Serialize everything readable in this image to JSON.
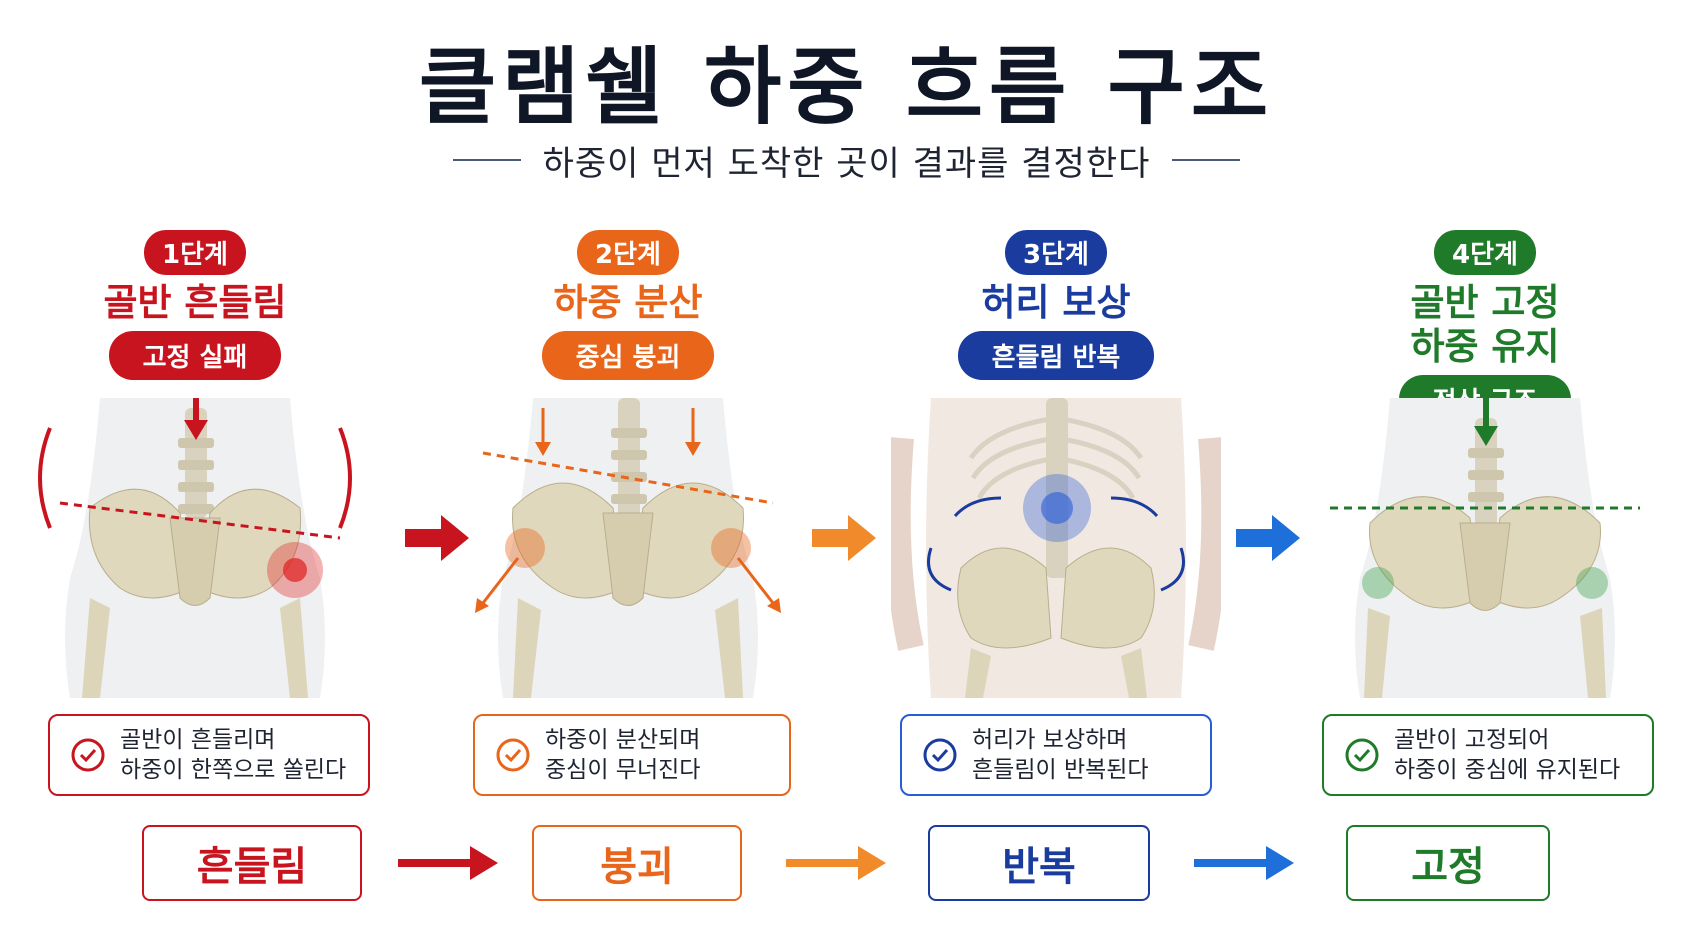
{
  "title": "클램쉘 하중 흐름 구조",
  "subtitle": "하중이 먼저 도착한 곳이 결과를 결정한다",
  "colors": {
    "red": "#c8141e",
    "orange": "#e8651a",
    "blue": "#1a3c9e",
    "green": "#1f7a2a"
  },
  "stages": [
    {
      "step": "1단계",
      "title_lines": [
        "골반 흔들림"
      ],
      "pill": "고정 실패",
      "check_lines": [
        "골반이 흔들리며",
        "하중이 한쪽으로 쏠린다"
      ],
      "flow": "흔들림"
    },
    {
      "step": "2단계",
      "title_lines": [
        "하중 분산"
      ],
      "pill": "중심 붕괴",
      "check_lines": [
        "하중이 분산되며",
        "중심이 무너진다"
      ],
      "flow": "붕괴"
    },
    {
      "step": "3단계",
      "title_lines": [
        "허리 보상"
      ],
      "pill": "흔들림 반복",
      "check_lines": [
        "허리가 보상하며",
        "흔들림이 반복된다"
      ],
      "flow": "반복"
    },
    {
      "step": "4단계",
      "title_lines": [
        "골반 고정",
        "하중 유지"
      ],
      "pill": "정상 구조",
      "check_lines": [
        "골반이 고정되어",
        "하중이 중심에 유지된다"
      ],
      "flow": "고정"
    }
  ],
  "icons": {
    "check": "check-circle-icon",
    "arrow": "arrow-right-icon"
  }
}
